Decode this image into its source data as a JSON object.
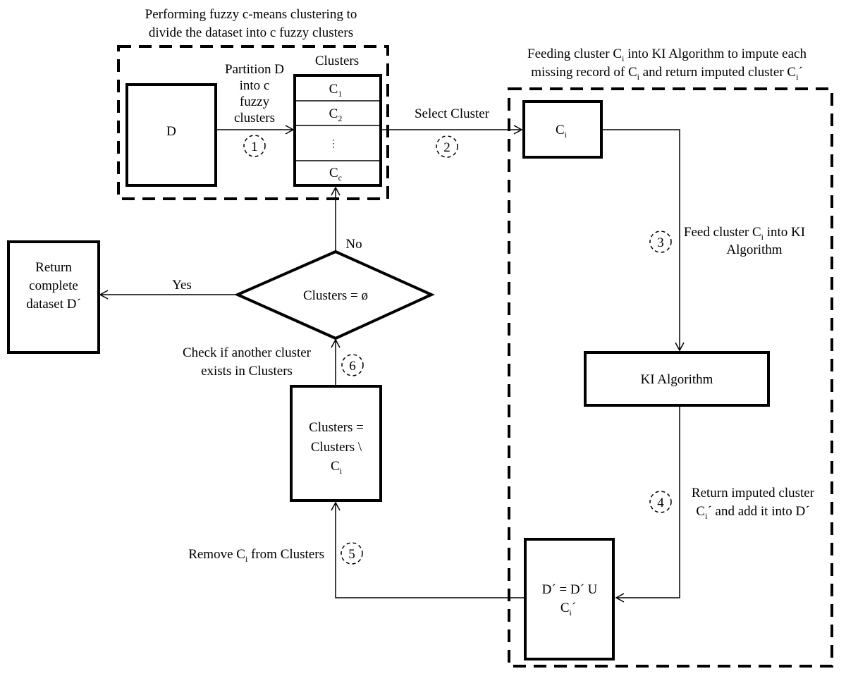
{
  "titles": {
    "left_line1": "Performing fuzzy c-means clustering to",
    "left_line2": "divide the dataset into c fuzzy clusters",
    "right_line1_a": "Feeding cluster C",
    "right_line1_sub": "i",
    "right_line1_b": " into KI Algorithm to impute each",
    "right_line2_a": "missing record of C",
    "right_line2_sub": "i",
    "right_line2_b": " and return imputed cluster C",
    "right_line2_sub2": "i",
    "right_line2_c": "´"
  },
  "nodes": {
    "d": "D",
    "clusters_header": "Clusters",
    "clusters": [
      {
        "main": "C",
        "sub": "1"
      },
      {
        "main": "C",
        "sub": "2"
      },
      {
        "main": "⋮",
        "sub": ""
      },
      {
        "main": "C",
        "sub": "c"
      }
    ],
    "ci": {
      "main": "C",
      "sub": "i"
    },
    "ki": "KI Algorithm",
    "dprime": {
      "line1": "D´ = D´ U",
      "main": "C",
      "sub": "i",
      "suffix": "´"
    },
    "remove_box": {
      "line1": "Clusters =",
      "line2": "Clusters \\",
      "main": "C",
      "sub": "i"
    },
    "decision": "Clusters = ø",
    "return_box": [
      "Return",
      "complete",
      "dataset D´"
    ]
  },
  "edges": {
    "partition": [
      "Partition D",
      "into c",
      "fuzzy",
      "clusters"
    ],
    "select": "Select Cluster",
    "feed": {
      "a": "Feed cluster C",
      "sub": "i",
      "b": " into KI",
      "line2": "Algorithm"
    },
    "return_imputed": {
      "line1": "Return imputed cluster",
      "a": "C",
      "sub": "i",
      "b": "´ and add it into D´"
    },
    "remove": {
      "a": "Remove C",
      "sub": "i",
      "b": " from Clusters"
    },
    "check": [
      "Check if another cluster",
      "exists in Clusters"
    ],
    "no": "No",
    "yes": "Yes"
  },
  "steps": [
    "1",
    "2",
    "3",
    "4",
    "5",
    "6"
  ]
}
